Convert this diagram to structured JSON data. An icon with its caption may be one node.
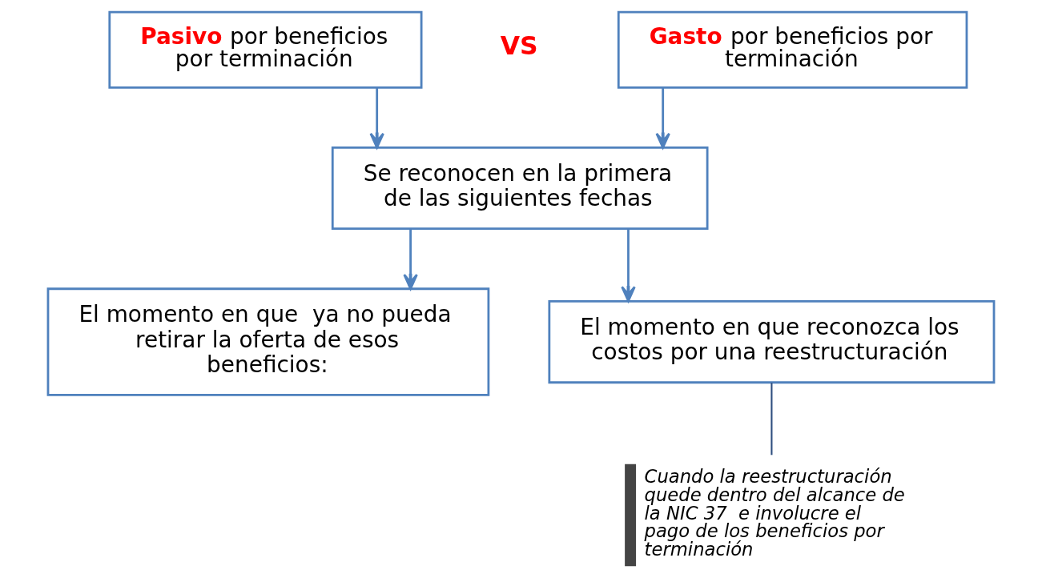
{
  "diagram": {
    "nodes": [
      {
        "text": [
          "**Pasivo** por beneficios por terminación"
        ]
      },
      {
        "text": [
          "**Gasto** por beneficios por terminación"
        ]
      },
      {
        "text": [
          "Se reconocen en la primera de las siguientes fechas"
        ]
      },
      {
        "text": [
          "El momento en que  ya no pueda retirar la oferta de esos beneficios:"
        ]
      },
      {
        "text": [
          "El momento en que reconozca los costos por una reestructuración"
        ]
      },
      {
        "text": [
          "Cuando la reestructuración quede dentro del alcance de la NIC 37  e involucre el pago de los beneficios por terminación"
        ]
      }
    ],
    "edges": [
      {
        "from": 0,
        "to": 2,
        "arrow": "to"
      },
      {
        "from": 1,
        "to": 2,
        "arrow": "to"
      },
      {
        "from": 2,
        "to": 3,
        "arrow": "to"
      },
      {
        "from": 2,
        "to": 4,
        "arrow": "to"
      },
      {
        "from": 5,
        "to": 4,
        "arrow": "none"
      }
    ],
    "labels": [
      "VS"
    ]
  }
}
